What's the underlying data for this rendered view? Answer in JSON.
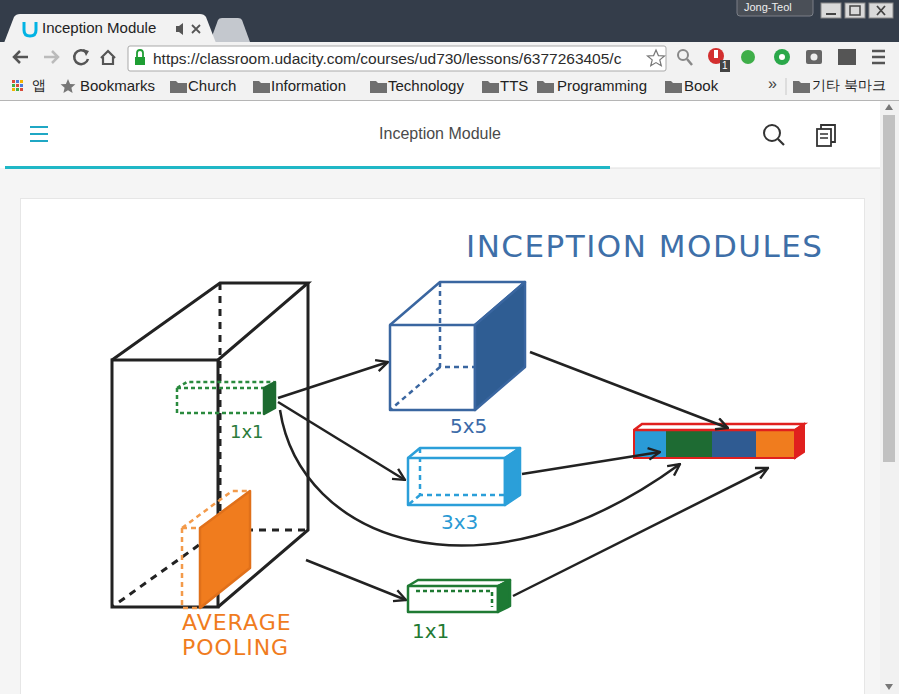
{
  "diagram": {
    "title": "INCEPTION MODULES",
    "nodes": [
      {
        "text": [
          "Inception Module"
        ]
      },
      {
        "text": [
          "https://classroom.udacity.com/courses/ud730/lessons/6377263405/c"
        ]
      },
      {
        "text": [
          "Inception Module"
        ]
      },
      {
        "text": [
          "5x5"
        ]
      },
      {
        "text": [
          "1x1"
        ]
      },
      {
        "text": [
          "3x3"
        ]
      },
      {
        "text": [
          "AVERAGE POOLING"
        ]
      },
      {
        "text": [
          "1x1"
        ]
      }
    ],
    "edges": [
      {
        "from": 4,
        "to": 3,
        "arrow": "to"
      },
      {
        "from": 4,
        "to": 5,
        "arrow": "to"
      },
      {
        "from": 6,
        "to": 7,
        "arrow": "to"
      }
    ],
    "labels": [
      "Jong-Teol",
      "1",
      "앱",
      "Bookmarks",
      "Church",
      "Information",
      "Technology",
      "TTS",
      "Programming",
      "Book",
      "»",
      "기타 북마크"
    ]
  }
}
